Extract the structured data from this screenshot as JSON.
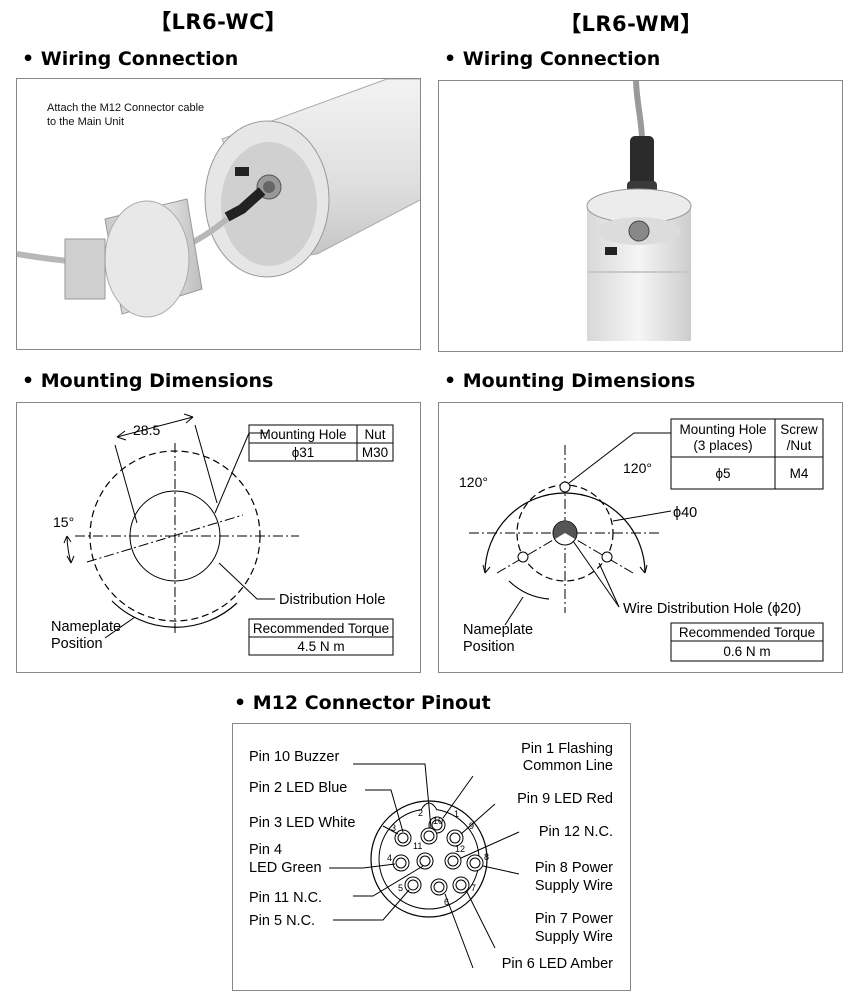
{
  "left": {
    "model": "【LR6-WC】",
    "wiring": {
      "heading": "• Wiring Connection",
      "note_line1": "Attach the M12 Connector cable",
      "note_line2": "to the Main Unit"
    },
    "mounting": {
      "heading": "• Mounting Dimensions",
      "dim_width": "28.5",
      "angle": "15°",
      "table_header_1": "Mounting Hole",
      "table_header_2": "Nut",
      "table_value_1": "ϕ31",
      "table_value_2": "M30",
      "distribution_hole": "Distribution Hole",
      "nameplate_1": "Nameplate",
      "nameplate_2": "Position",
      "torque_label": "Recommended Torque",
      "torque_value": "4.5 N m"
    }
  },
  "right": {
    "model": "【LR6-WM】",
    "wiring": {
      "heading": "• Wiring Connection"
    },
    "mounting": {
      "heading": "• Mounting Dimensions",
      "table_header_1a": "Mounting Hole",
      "table_header_1b": "(3 places)",
      "table_header_2a": "Screw",
      "table_header_2b": "/Nut",
      "table_value_1": "ϕ5",
      "table_value_2": "M4",
      "angle_left": "120°",
      "angle_right": "120°",
      "diameter": "ϕ40",
      "wire_hole": "Wire Distribution Hole (ϕ20)",
      "nameplate_1": "Nameplate",
      "nameplate_2": "Position",
      "torque_label": "Recommended Torque",
      "torque_value": "0.6 N m"
    }
  },
  "pinout": {
    "heading": "• M12 Connector Pinout",
    "pin10": "Pin 10  Buzzer",
    "pin2": "Pin 2  LED Blue",
    "pin3": "Pin 3  LED White",
    "pin4a": "Pin 4",
    "pin4b": "LED Green",
    "pin11": "Pin 11  N.C.",
    "pin5": "Pin 5  N.C.",
    "pin1a": "Pin 1  Flashing",
    "pin1b": "Common Line",
    "pin9": "Pin 9  LED Red",
    "pin12": "Pin 12  N.C.",
    "pin8a": "Pin 8  Power",
    "pin8b": "Supply Wire",
    "pin7a": "Pin 7  Power",
    "pin7b": "Supply Wire",
    "pin6": "Pin 6  LED Amber",
    "n1": "1",
    "n2": "2",
    "n3": "3",
    "n4": "4",
    "n5": "5",
    "n6": "6",
    "n7": "7",
    "n8": "8",
    "n9": "9",
    "n10": "10",
    "n11": "11",
    "n12": "12"
  }
}
